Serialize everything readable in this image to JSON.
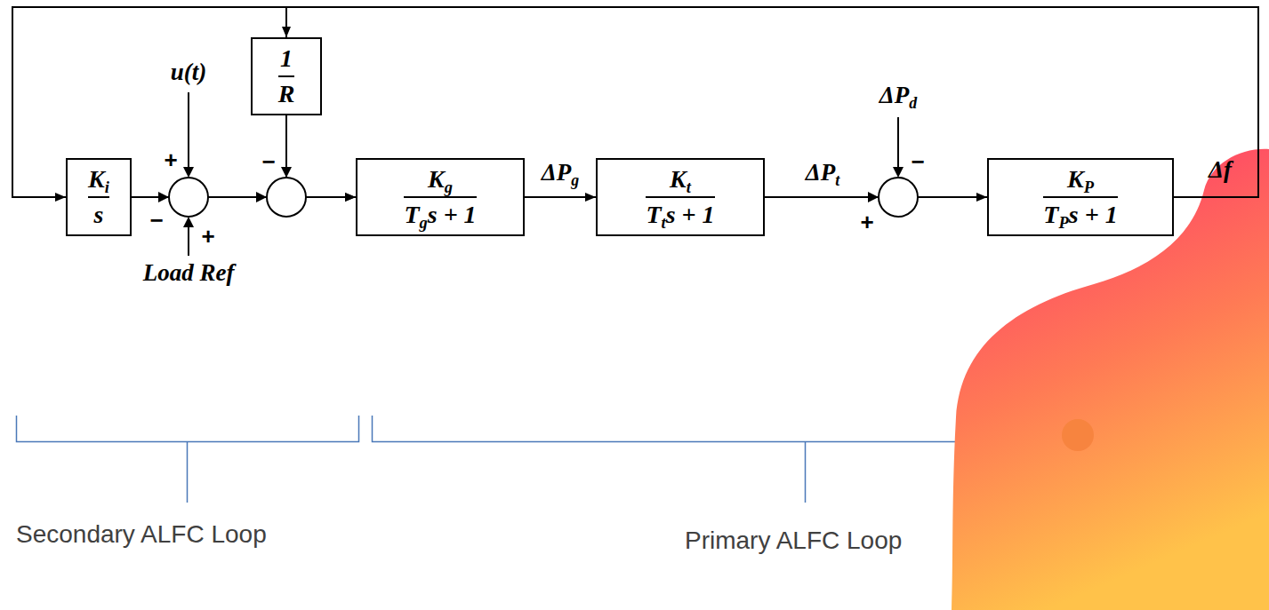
{
  "diagram": {
    "nodes": [
      {
        "text": [
          "Ki",
          "s"
        ]
      },
      {
        "text": [
          "1",
          "R"
        ]
      },
      {
        "text": [
          "Kg",
          "Tgs + 1"
        ]
      },
      {
        "text": [
          "Kt",
          "Tts + 1"
        ]
      },
      {
        "text": [
          "KP",
          "TPs + 1"
        ]
      }
    ],
    "edges": [
      {
        "from": 0,
        "to": 2,
        "arrow": "to"
      },
      {
        "from": 1,
        "to": 2,
        "arrow": "to"
      },
      {
        "from": 2,
        "to": 3,
        "label": "ΔPg",
        "arrow": "to"
      },
      {
        "from": 3,
        "to": 4,
        "label": "ΔPt",
        "arrow": "to"
      },
      {
        "from": 4,
        "to": 0,
        "arrow": "to"
      },
      {
        "from": 4,
        "to": 1,
        "arrow": "to"
      }
    ],
    "labels": [
      "u(t)",
      "+",
      "−",
      "+",
      "Load Ref",
      "−",
      "ΔPd",
      "−",
      "+",
      "Δf",
      "Secondary ALFC Loop",
      "Primary ALFC Loop"
    ]
  }
}
